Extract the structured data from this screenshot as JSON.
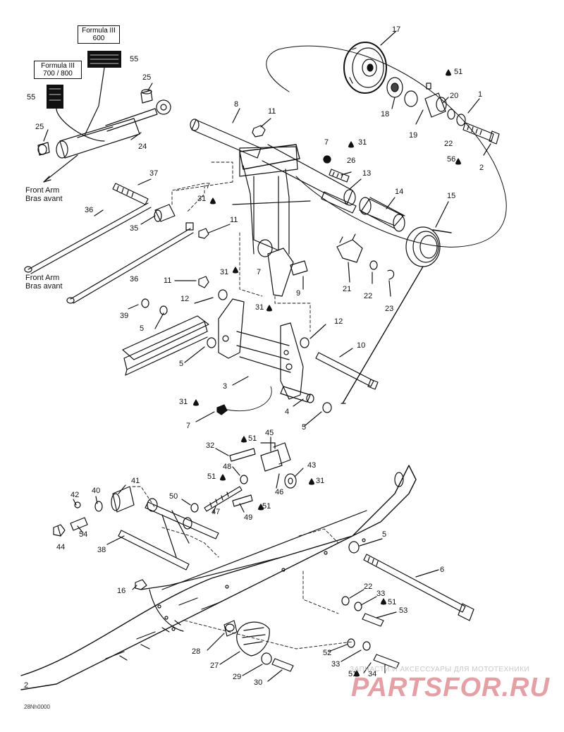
{
  "labels": {
    "formula_600_line1": "Formula III",
    "formula_600_line2": "600",
    "formula_700_line1": "Formula III",
    "formula_700_line2": "700 / 800",
    "front_arm_1_line1": "Front Arm",
    "front_arm_1_line2": "Bras avant",
    "front_arm_2_line1": "Front Arm",
    "front_arm_2_line2": "Bras avant"
  },
  "callouts": {
    "c17": "17",
    "c51a": "51",
    "c20": "20",
    "c1": "1",
    "c18": "18",
    "c19": "19",
    "c22a": "22",
    "c56": "56",
    "c2": "2",
    "c55a": "55",
    "c25a": "25",
    "c55b": "55",
    "c25b": "25",
    "c24": "24",
    "c8": "8",
    "c11a": "11",
    "c7a": "7",
    "c31a": "31",
    "c26": "26",
    "c13": "13",
    "c14": "14",
    "c15": "15",
    "c37": "37",
    "c7b": "7",
    "c31b": "31",
    "c36a": "36",
    "c35": "35",
    "c11b": "11",
    "c31c": "31",
    "c7c": "7",
    "c21": "21",
    "c22b": "22",
    "c23": "23",
    "c36b": "36",
    "c11c": "11",
    "c9": "9",
    "c31d": "31",
    "c12a": "12",
    "c39": "39",
    "c5a": "5",
    "c12b": "12",
    "c10": "10",
    "c5b": "5",
    "c3": "3",
    "c31e": "31",
    "c4": "4",
    "c5c": "5",
    "c7d": "7",
    "c45": "45",
    "c32": "32",
    "c51b": "51",
    "c43": "43",
    "c48": "48",
    "c51c": "51",
    "c31f": "31",
    "c41": "41",
    "c46": "46",
    "c42": "42",
    "c40": "40",
    "c50": "50",
    "c47": "47",
    "c49": "49",
    "c51d": "51",
    "c54": "54",
    "c44": "44",
    "c38": "38",
    "c5d": "5",
    "c6": "6",
    "c16": "16",
    "c22c": "22",
    "c33a": "33",
    "c51e": "51",
    "c53": "53",
    "c28": "28",
    "c27": "27",
    "c52": "52",
    "c33b": "33",
    "c29": "29",
    "c30": "30",
    "c51f": "51",
    "c34": "34"
  },
  "watermark": {
    "line": "ЗАПЧАСТИ И АКСЕССУАРЫ ДЛЯ МОТОТЕХНИКИ",
    "logo": "PARTSFOR.RU"
  },
  "diagram_code": "28Nh0000",
  "edge_mark": "2"
}
